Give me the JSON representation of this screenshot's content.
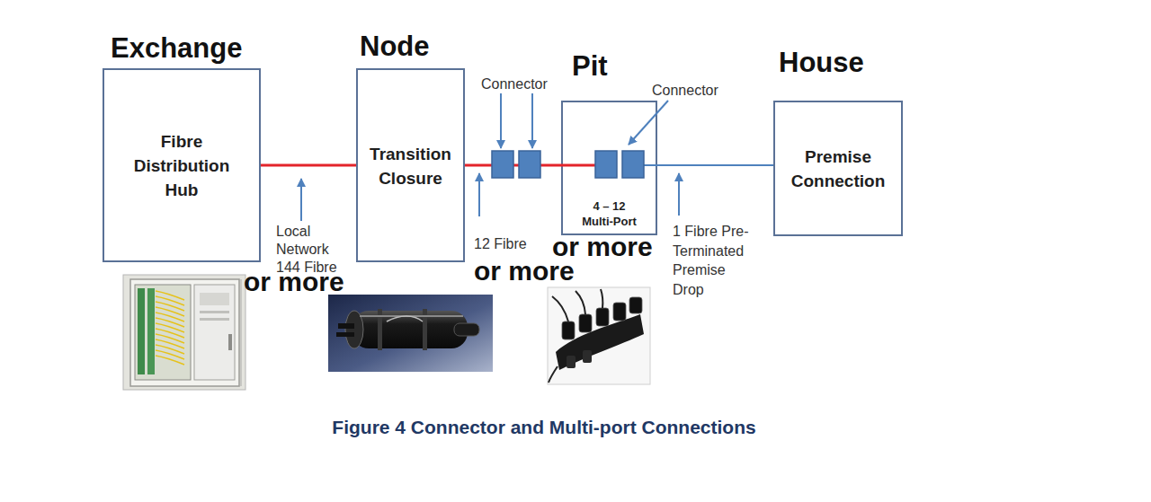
{
  "diagram": {
    "caption": "Figure 4 Connector and Multi-port Connections",
    "nodes": [
      {
        "text": [
          "Exchange",
          "Fibre Distribution Hub"
        ]
      },
      {
        "text": [
          "Node",
          "Transition Closure"
        ]
      },
      {
        "text": [
          "Pit",
          "4 – 12 Multi-Port"
        ]
      },
      {
        "text": [
          "House",
          "Premise Connection"
        ]
      }
    ],
    "edges": [
      {
        "from": 0,
        "to": 1,
        "arrow": "none"
      },
      {
        "from": 1,
        "to": 2,
        "arrow": "none"
      },
      {
        "from": 2,
        "to": 3,
        "arrow": "none"
      }
    ],
    "labels": [
      "Connector",
      "Connector",
      "Local Network 144 Fibre",
      "or more",
      "12 Fibre",
      "or more",
      "or more",
      "1 Fibre Pre-Terminated Premise Drop"
    ]
  }
}
